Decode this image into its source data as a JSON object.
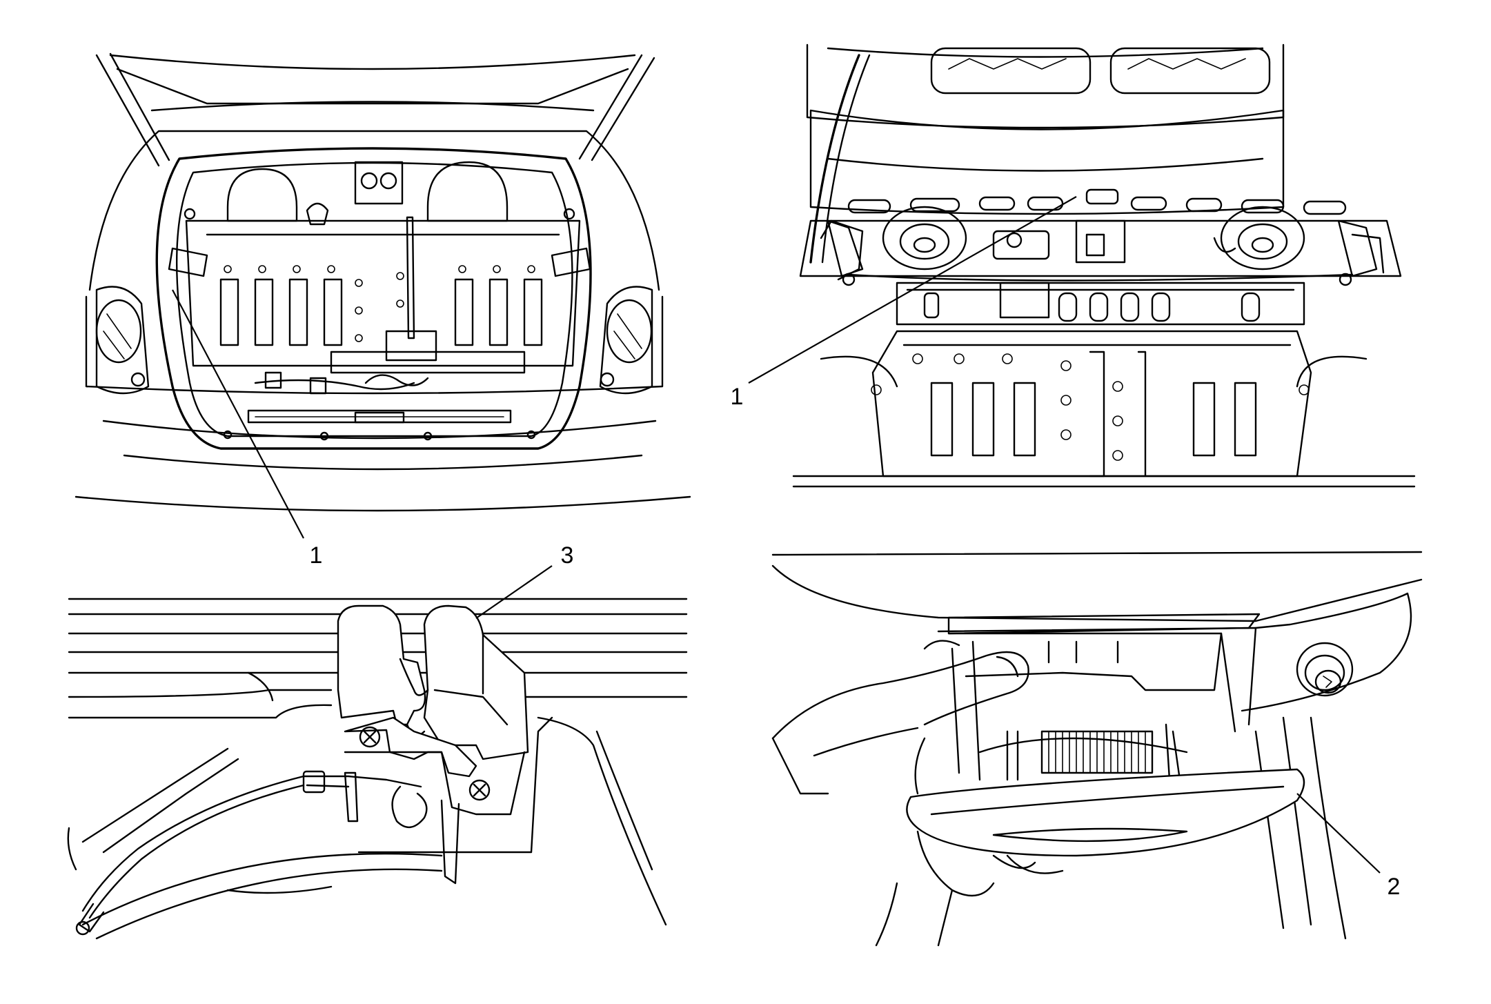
{
  "panels": [
    {
      "id": "top-left",
      "callouts": [
        {
          "id": "c1",
          "text": "1"
        }
      ]
    },
    {
      "id": "top-right",
      "callouts": [
        {
          "id": "c1",
          "text": "1"
        }
      ]
    },
    {
      "id": "bottom-left",
      "callouts": [
        {
          "id": "c3",
          "text": "3"
        }
      ]
    },
    {
      "id": "bottom-right",
      "callouts": [
        {
          "id": "c2",
          "text": "2"
        }
      ]
    }
  ]
}
